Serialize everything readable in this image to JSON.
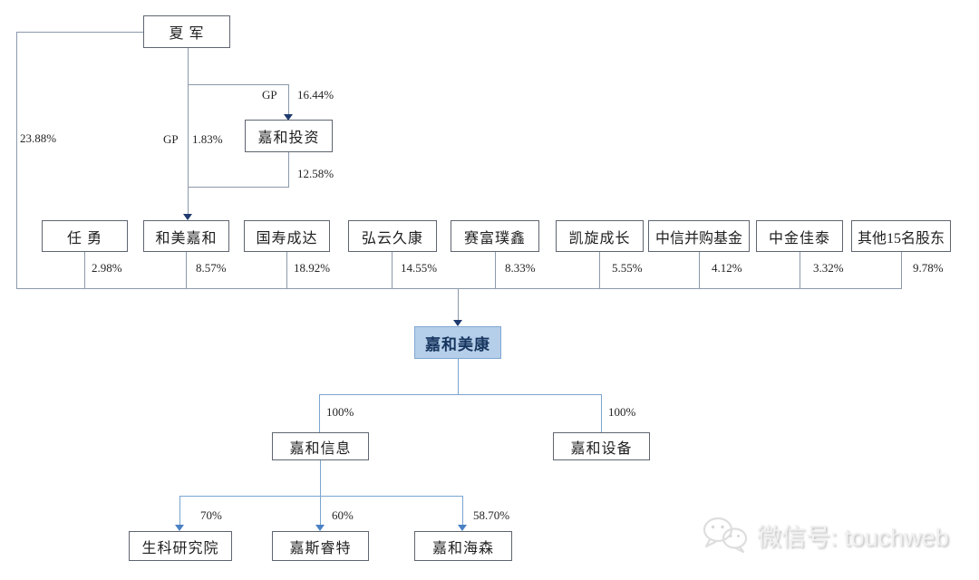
{
  "diagram": {
    "type": "equity-ownership-structure",
    "top_owner": {
      "label": "夏 军",
      "direct_pct": "23.88%"
    },
    "gp_edges": {
      "to_jiahe_touzi": {
        "tag": "GP",
        "pct": "16.44%"
      },
      "to_hemei_jiahe": {
        "tag": "GP",
        "pct": "1.83%"
      }
    },
    "jiahe_touzi": {
      "label": "嘉和投资",
      "holds_pct": "12.58%"
    },
    "shareholders": [
      {
        "label": "任 勇",
        "pct": "2.98%"
      },
      {
        "label": "和美嘉和",
        "pct": "8.57%"
      },
      {
        "label": "国寿成达",
        "pct": "18.92%"
      },
      {
        "label": "弘云久康",
        "pct": "14.55%"
      },
      {
        "label": "赛富璞鑫",
        "pct": "8.33%"
      },
      {
        "label": "凯旋成长",
        "pct": "5.55%"
      },
      {
        "label": "中信并购基金",
        "pct": "4.12%"
      },
      {
        "label": "中金佳泰",
        "pct": "3.32%"
      },
      {
        "label": "其他15名股东",
        "pct": "9.78%"
      }
    ],
    "company": {
      "label": "嘉和美康"
    },
    "subsidiaries": [
      {
        "label": "嘉和信息",
        "pct": "100%"
      },
      {
        "label": "嘉和设备",
        "pct": "100%"
      }
    ],
    "grandchild_subsidiaries": [
      {
        "label": "生科研究院",
        "pct": "70%"
      },
      {
        "label": "嘉斯睿特",
        "pct": "60%"
      },
      {
        "label": "嘉和海森",
        "pct": "58.70%"
      }
    ]
  },
  "watermark": {
    "label": "微信号: touchweb",
    "icon": "wechat-icon"
  },
  "colors": {
    "line_gray": "#8c99aa",
    "line_blue": "#79a4cf",
    "arrow_navy": "#1f3a6e",
    "arrow_blue": "#4a80c4",
    "company_fill": "#b5cee9",
    "company_border": "#7fa8d2",
    "company_text": "#16355f"
  }
}
